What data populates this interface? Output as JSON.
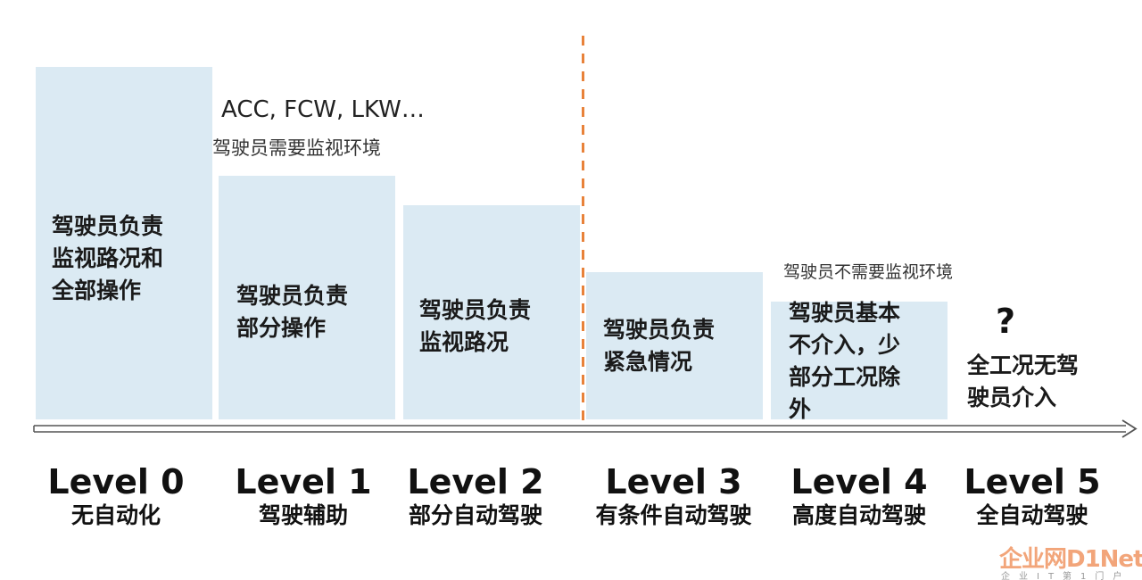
{
  "diagram": {
    "notes": {
      "acc": "ACC, FCW, LKW…",
      "driver_monitor": "驾驶员需要监视环境",
      "driver_no_monitor": "驾驶员不需要监视环境"
    },
    "question_mark": "?",
    "colors": {
      "bar": "#dbeaf3",
      "divider": "#e8823a",
      "text": "#111111"
    },
    "levels": [
      {
        "name": "Level 0",
        "desc": "无自动化",
        "bar_text": "驾驶员负责\n监视路况和\n全部操作",
        "responsibility_level": 0.92
      },
      {
        "name": "Level 1",
        "desc": "驾驶辅助",
        "bar_text": "驾驶员负责\n部分操作",
        "responsibility_level": 0.65
      },
      {
        "name": "Level 2",
        "desc": "部分自动驾驶",
        "bar_text": "驾驶员负责\n监视路况",
        "responsibility_level": 0.57
      },
      {
        "name": "Level 3",
        "desc": "有条件自动驾驶",
        "bar_text": "驾驶员负责\n紧急情况",
        "responsibility_level": 0.39
      },
      {
        "name": "Level 4",
        "desc": "高度自动驾驶",
        "bar_text": "驾驶员基本\n不介入，少\n部分工况除\n外",
        "responsibility_level": 0.31
      },
      {
        "name": "Level 5",
        "desc": "全自动驾驶",
        "bar_text": "全工况无驾\n驶员介入",
        "responsibility_level": 0
      }
    ]
  },
  "watermark": {
    "logo": "企业网D1Net",
    "sub": "企业IT第1门户"
  }
}
